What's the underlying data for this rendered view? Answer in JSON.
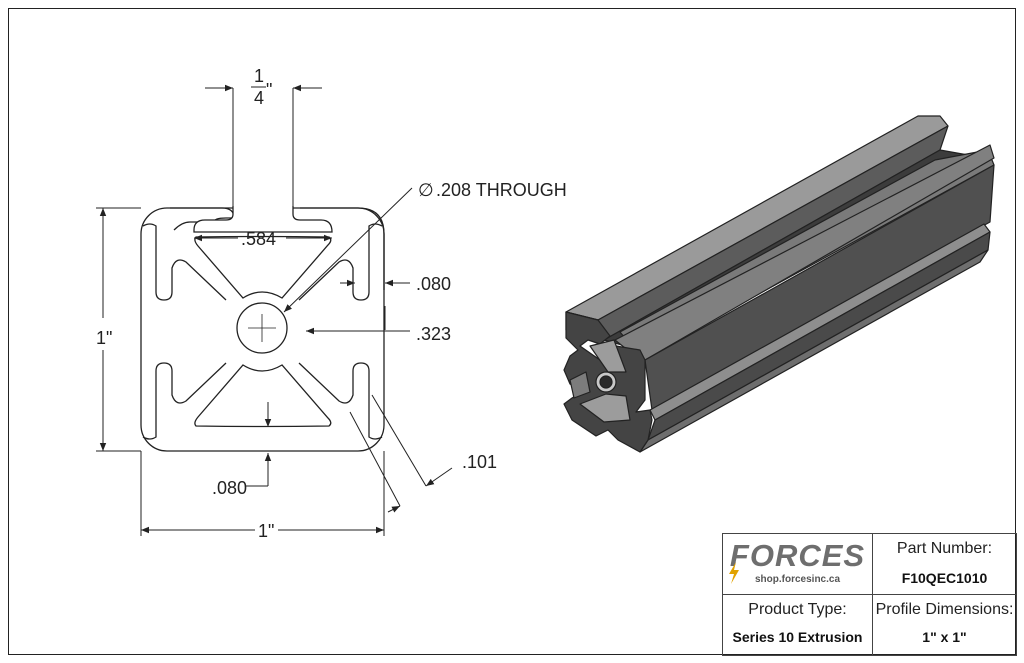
{
  "drawing": {
    "dims": {
      "slot_top_num": "1",
      "slot_top_den": "4",
      "slot_top_unit": "\"",
      "diameter_symbol": "∅",
      "hole": ".208 THROUGH",
      "inner_width": ".584",
      "wall_right": ".080",
      "core_offset": ".323",
      "height": "1\"",
      "width": "1\"",
      "wall_bottom": ".080",
      "diag": ".101"
    }
  },
  "title_block": {
    "logo_text": "FORCES",
    "logo_url": "shop.forcesinc.ca",
    "part_number_label": "Part Number:",
    "part_number": "F10QEC1010",
    "product_type_label": "Product Type:",
    "product_type": "Series 10 Extrusion",
    "profile_dim_label": "Profile Dimensions:",
    "profile_dim": "1\" x 1\""
  },
  "colors": {
    "line": "#222222",
    "extrusion": "#5a5a5a",
    "logo": "#6e6e6e",
    "bolt": "#e1a200"
  }
}
